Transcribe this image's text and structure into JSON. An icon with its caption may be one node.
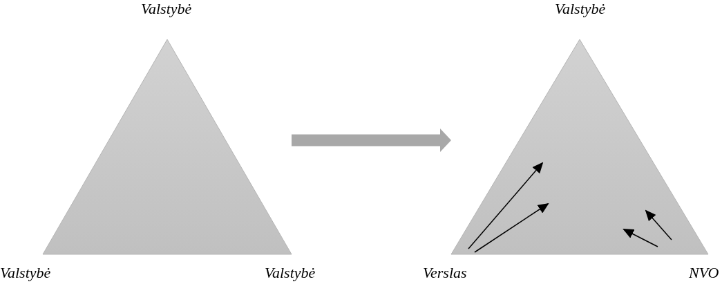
{
  "diagram": {
    "nodes": [
      {
        "text": [],
        "shape": "triangle",
        "beside": [
          "Valstybė",
          "Valstybė",
          "Valstybė"
        ]
      },
      {
        "text": [],
        "shape": "triangle",
        "beside": [
          "Valstybė",
          "Verslas",
          "NVO"
        ]
      }
    ],
    "edges": [
      {
        "from": 0,
        "to": 1,
        "arrow": "to"
      }
    ]
  }
}
